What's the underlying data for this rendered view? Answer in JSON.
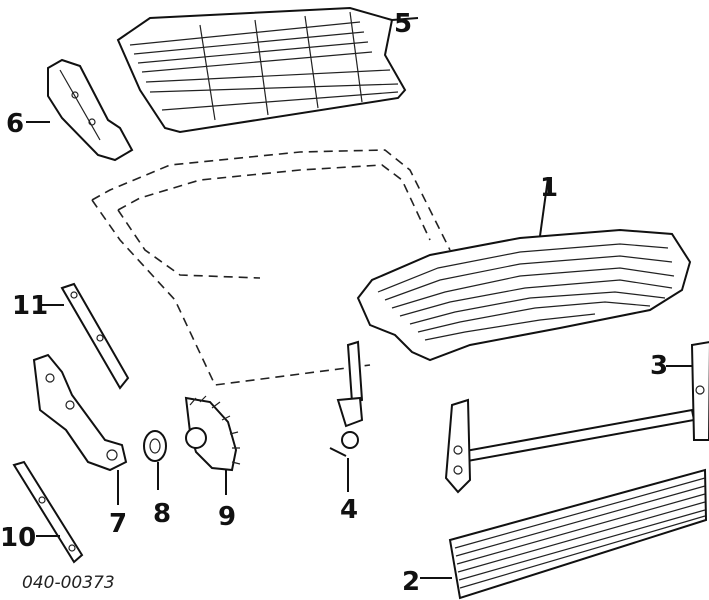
{
  "diagram": {
    "callouts": {
      "c1": "1",
      "c2": "2",
      "c3": "3",
      "c4": "4",
      "c5": "5",
      "c6": "6",
      "c7": "7",
      "c8": "8",
      "c9": "9",
      "c10": "10",
      "c11": "11"
    },
    "reference_code": "040-00373"
  }
}
